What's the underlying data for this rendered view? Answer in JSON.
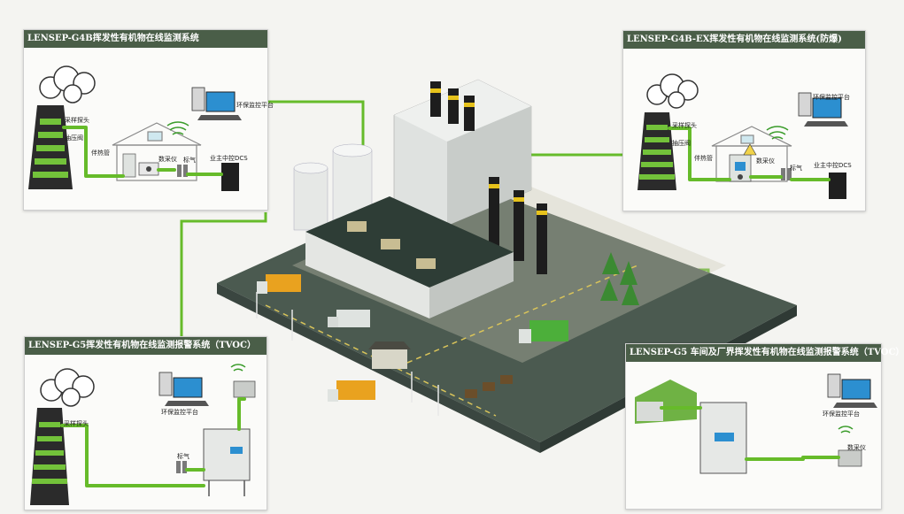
{
  "panels": {
    "g4b": {
      "title": "LENSEP-G4B挥发性有机物在线监测系统",
      "labels": {
        "probe": "采样探头",
        "pressure": "抽压阀",
        "heat": "伴热管",
        "daq": "数采仪",
        "gas": "标气",
        "platform": "环保监控平台",
        "dcs": "业主中控DCS"
      }
    },
    "g4bex": {
      "title": "LENSEP-G4B-EX挥发性有机物在线监测系统(防爆)",
      "labels": {
        "probe": "采样探头",
        "pressure": "抽压阀",
        "heat": "伴热管",
        "daq": "数采仪",
        "gas": "标气",
        "platform": "环保监控平台",
        "dcs": "业主中控DCS"
      }
    },
    "g5": {
      "title": "LENSEP-G5挥发性有机物在线监测报警系统（TVOC）",
      "labels": {
        "probe": "采样探头",
        "platform": "环保监控平台",
        "gas": "标气"
      }
    },
    "g5w": {
      "title": "LENSEP-G5 车间及厂界挥发性有机物在线监测报警系统（TVOC）",
      "labels": {
        "platform": "环保监控平台",
        "daq": "数采仪"
      }
    }
  },
  "colors": {
    "title_bar": "#4a5e48",
    "cable": "#66bb2a",
    "ground": "#4b5a50",
    "factory_roof": "#2e3d36"
  }
}
